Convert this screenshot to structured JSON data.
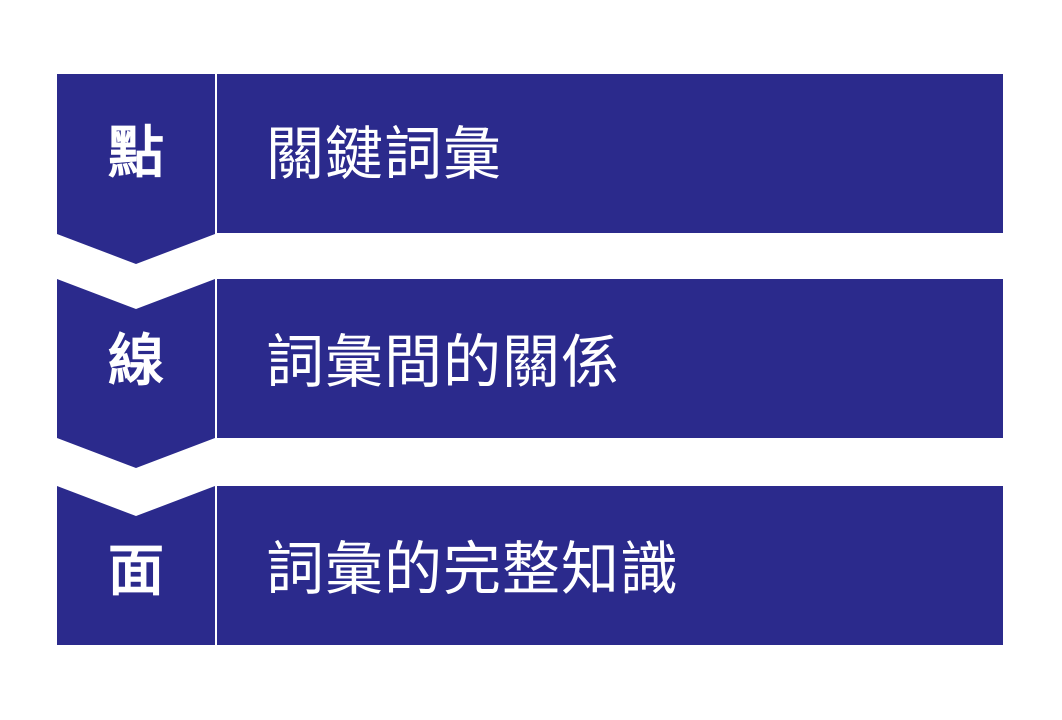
{
  "colors": {
    "shape_fill": "#2b2a8c",
    "text": "#ffffff",
    "background": "#ffffff"
  },
  "levels": [
    {
      "label": "點",
      "description": "關鍵詞彙"
    },
    {
      "label": "線",
      "description": "詞彙間的關係"
    },
    {
      "label": "面",
      "description": "詞彙的完整知識"
    }
  ]
}
